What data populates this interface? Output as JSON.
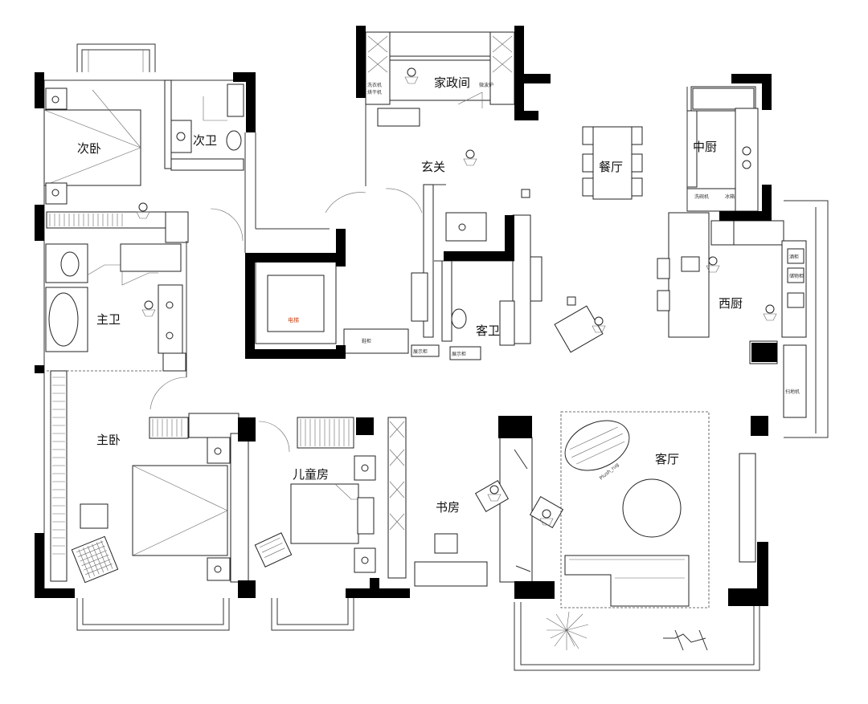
{
  "rooms": {
    "second_bedroom": "次卧",
    "second_bath": "次卫",
    "housekeeping": "家政间",
    "foyer": "玄关",
    "dining": "餐厅",
    "chinese_kitchen": "中厨",
    "master_bath": "主卫",
    "guest_bath": "客卫",
    "western_kitchen": "西厨",
    "master_bedroom": "主卧",
    "kids_room": "儿童房",
    "study": "书房",
    "living_room": "客厅"
  },
  "labels": {
    "elevator": "电梯",
    "washer_dryer_top": "洗衣机",
    "washer_dryer_bottom": "烘干机",
    "microwave": "微波炉",
    "dishwasher": "洗碗机",
    "fridge": "冰箱",
    "wine": "酒柜",
    "storage": "储物柜",
    "shoe_cabinet": "鞋柜",
    "display": "展示柜",
    "showcase": "展示柜",
    "sweeper": "扫地机",
    "rug": "Plush_rug"
  }
}
